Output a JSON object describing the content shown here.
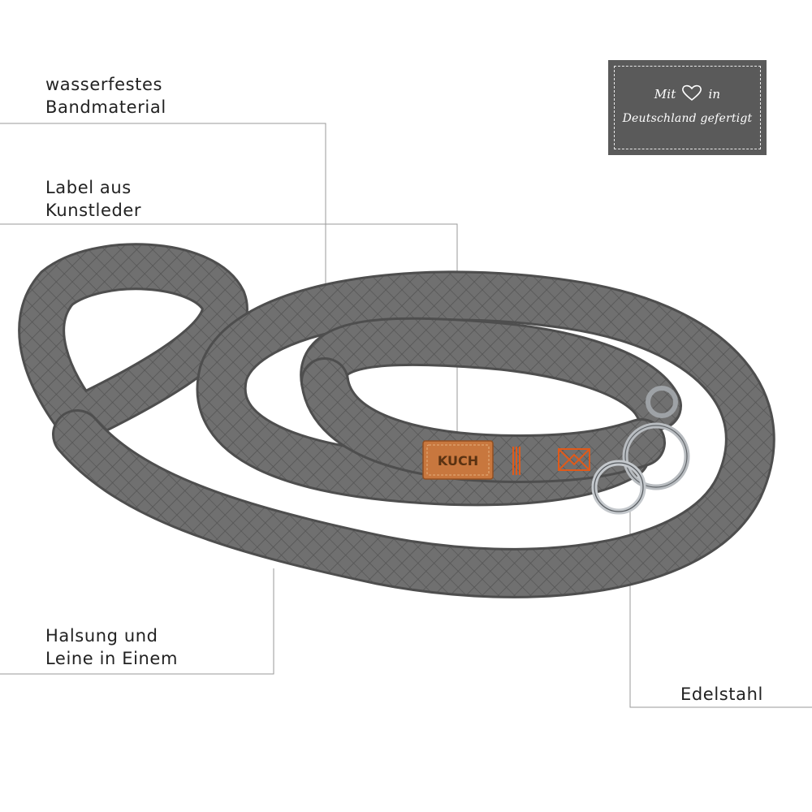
{
  "annotations": {
    "material": {
      "line1": "wasserfestes",
      "line2": "Bandmaterial"
    },
    "label": {
      "line1": "Label aus",
      "line2": "Kunstleder"
    },
    "halsung": {
      "line1": "Halsung und",
      "line2": "Leine in Einem"
    },
    "edelstahl": {
      "line1": "Edelstahl"
    }
  },
  "badge": {
    "word_before_heart": "Mit",
    "word_after_heart": "in",
    "line2": "Deutschland gefertigt"
  },
  "tag_text": "KUCH",
  "colors": {
    "strap": "#6d6d6d",
    "tag": "#c8773e",
    "accent_thread": "#e05a1a",
    "badge_bg": "#5a5a5a"
  }
}
